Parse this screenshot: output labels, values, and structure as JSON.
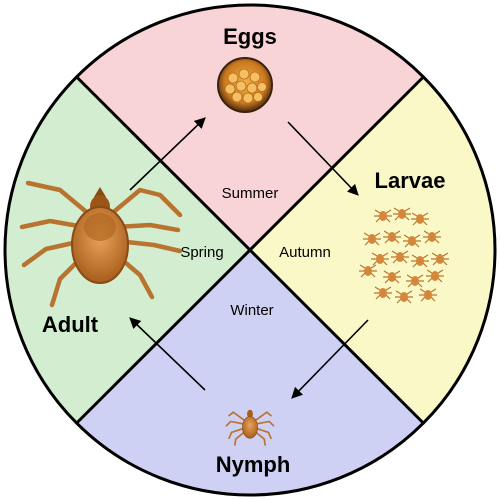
{
  "diagram": {
    "stages": {
      "top": "Eggs",
      "right": "Larvae",
      "bottom": "Nymph",
      "left": "Adult"
    },
    "seasons": {
      "top": "Summer",
      "right": "Autumn",
      "bottom": "Winter",
      "left": "Spring"
    },
    "colors": {
      "top_quadrant": "#f9d4d6",
      "right_quadrant": "#fbf8c8",
      "bottom_quadrant": "#cfd1f4",
      "left_quadrant": "#d2edcf",
      "outline": "#000000",
      "tick_body": "#c77a2a",
      "tick_legs": "#b8742f"
    },
    "icons": {
      "eggs": "egg-cluster-icon",
      "larvae": "larvae-group-icon",
      "nymph": "nymph-tick-icon",
      "adult": "adult-tick-icon"
    }
  }
}
